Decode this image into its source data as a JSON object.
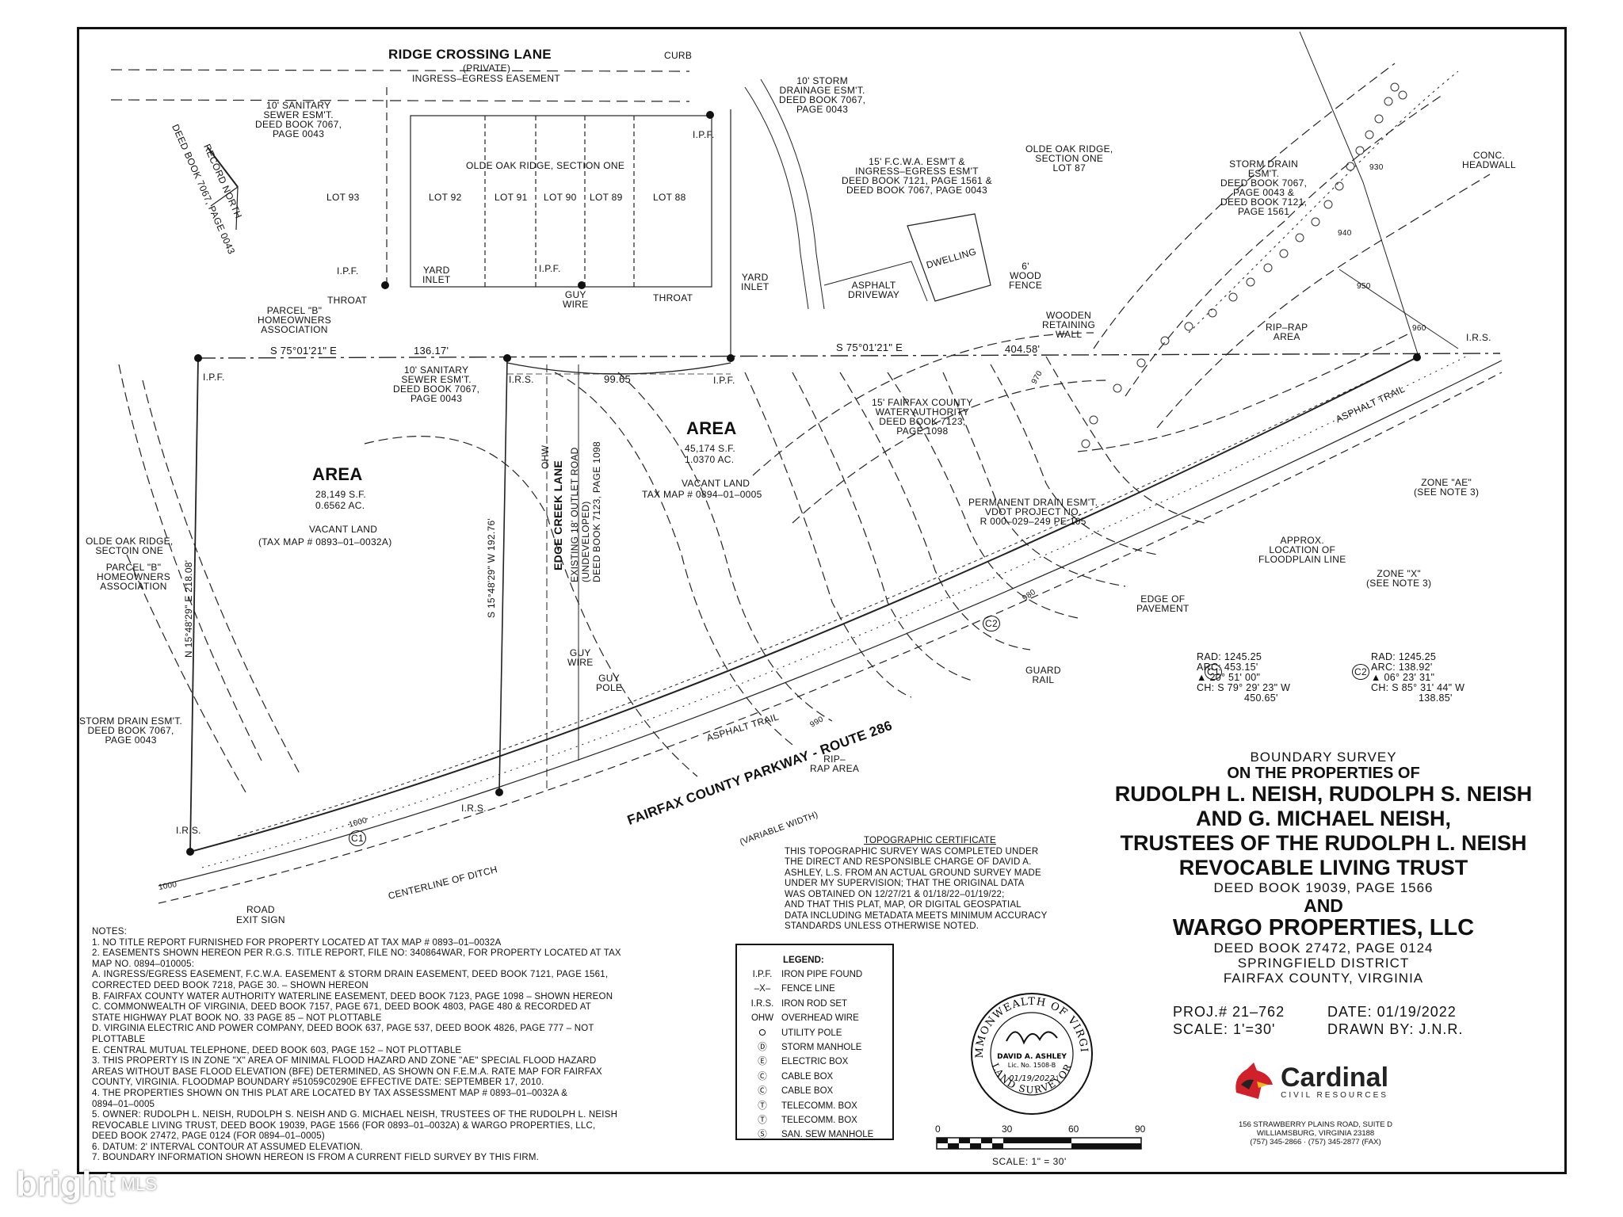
{
  "plat": {
    "road_top": "RIDGE CROSSING LANE",
    "road_top_private": "(PRIVATE)",
    "road_top_easement": "INGRESS–EGRESS EASEMENT",
    "sanitary_top": [
      "10' SANITARY",
      "SEWER ESM'T.",
      "DEED BOOK 7067,",
      "PAGE 0043"
    ],
    "record_north": "RECORD NORTH",
    "record_north_deed": "DEED BOOK 7067, PAGE 0043",
    "curb": "CURB",
    "storm_drainage": [
      "10' STORM",
      "DRAINAGE ESM'T.",
      "DEED BOOK 7067,",
      "PAGE 0043"
    ],
    "subdivision": "OLDE OAK RIDGE, SECTION ONE",
    "lots": [
      "LOT 93",
      "LOT 92",
      "LOT 91",
      "LOT 90",
      "LOT 89",
      "LOT 88"
    ],
    "ipf": "I.P.F.",
    "irs": "I.R.S.",
    "yard_inlet": [
      "YARD",
      "INLET"
    ],
    "throat": "THROAT",
    "guy_wire": [
      "GUY",
      "WIRE"
    ],
    "guy_pole": [
      "GUY",
      "POLE"
    ],
    "fcwa": [
      "15' F.C.W.A. ESM'T &",
      "INGRESS–EGRESS ESM'T",
      "DEED BOOK 7121, PAGE 1561 &",
      "DEED BOOK 7067, PAGE 0043"
    ],
    "asphalt_driveway": [
      "ASPHALT",
      "DRIVEWAY"
    ],
    "dwelling": "DWELLING",
    "olde_oak_lot87": [
      "OLDE OAK RIDGE,",
      "SECTION ONE",
      "LOT 87"
    ],
    "wood_fence": [
      "6'",
      "WOOD",
      "FENCE"
    ],
    "retaining_wall": [
      "WOODEN",
      "RETAINING",
      "WALL"
    ],
    "storm_drain_right": [
      "STORM DRAIN",
      "ESM'T.",
      "DEED BOOK 7067,",
      "PAGE 0043 &",
      "DEED BOOK 7121,",
      "PAGE 1561"
    ],
    "conc_headwall": [
      "CONC.",
      "HEADWALL"
    ],
    "rip_rap_area": [
      "RIP–RAP",
      "AREA"
    ],
    "parcel_b": [
      "PARCEL \"B\"",
      "HOMEOWNERS",
      "ASSOCIATION"
    ],
    "bearing_top_left": "S 75°01'21\" E",
    "dist_136": "136.17'",
    "dist_99": "99.65",
    "bearing_top_right": "S 75°01'21\" E",
    "dist_404": "404.58'",
    "sanitary_mid": [
      "10' SANITARY",
      "SEWER ESM'T.",
      "DEED BOOK 7067,",
      "PAGE 0043"
    ],
    "fairfax_water": [
      "15' FAIRFAX COUNTY",
      "WATER AUTHORITY",
      "DEED BOOK 7123,",
      "PAGE 1098"
    ],
    "area_left_title": "AREA",
    "area_left_sf": "28,149 S.F.",
    "area_left_ac": "0.6562 AC.",
    "area_left_land": "VACANT LAND",
    "area_left_tax": "(TAX MAP # 0893–01–0032A)",
    "area_right_title": "AREA",
    "area_right_sf": "45,174 S.F.",
    "area_right_ac": "1.0370 AC.",
    "area_right_land": "VACANT LAND",
    "area_right_tax": "TAX MAP # 0894–01–0005",
    "edge_creek": "EDGE CREEK LANE",
    "edge_creek_sub": [
      "EXISTING 18' OUTLET ROAD",
      "(UNDEVELOPED)",
      "DEED BOOK 7123, PAGE 1098"
    ],
    "ohw": "OHW",
    "bearing_mid": "S 15°48'29\" W 192.76'",
    "bearing_left": "N 15°48'29\" E 218.08'",
    "olde_oak_left": [
      "OLDE OAK RIDGE,",
      "SECTOIN ONE"
    ],
    "parcel_b_left": [
      "PARCEL \"B\"",
      "HOMEOWNERS",
      "ASSOCIATION"
    ],
    "drain_esmt": [
      "PERMANENT DRAIN ESM'T.",
      "VDOT PROJECT NO.",
      "R 000–029–249 PE 105"
    ],
    "zone_ae": [
      "ZONE \"AE\"",
      "(SEE NOTE 3)"
    ],
    "floodplain": [
      "APPROX.",
      "LOCATION OF",
      "FLOODPLAIN LINE"
    ],
    "zone_x": [
      "ZONE \"X\"",
      "(SEE NOTE 3)"
    ],
    "edge_pavement": [
      "EDGE OF",
      "PAVEMENT"
    ],
    "guard_rail": [
      "GUARD",
      "RAIL"
    ],
    "asphalt_trail": "ASPHALT TRAIL",
    "rip_rap_bottom": [
      "RIP–",
      "RAP AREA"
    ],
    "parkway": "FAIRFAX COUNTY PARKWAY - ROUTE 286",
    "parkway_width": "(VARIABLE WIDTH)",
    "centerline_ditch": "CENTERLINE OF DITCH",
    "road_exit": [
      "ROAD",
      "EXIT SIGN"
    ],
    "storm_drain_left": [
      "STORM DRAIN ESM'T.",
      "DEED BOOK 7067,",
      "PAGE 0043"
    ],
    "c1": "C1",
    "c2": "C2",
    "curve1": [
      "RAD: 1245.25",
      "ARC: 453.15'",
      "▲ 20° 51' 00\"",
      "CH:  S 79° 29' 23\" W",
      "450.65'"
    ],
    "curve2": [
      "RAD: 1245.25",
      "ARC: 138.92'",
      "▲ 06° 23' 31\"",
      "CH:  S 85° 31' 44\" W",
      "138.85'"
    ],
    "contours": [
      "1000",
      "990",
      "980",
      "970",
      "960",
      "950",
      "940",
      "930"
    ]
  },
  "title": {
    "boundary": "BOUNDARY SURVEY",
    "on_props": "ON THE PROPERTIES OF",
    "line1": "RUDOLPH L. NEISH, RUDOLPH S. NEISH",
    "line2": "AND  G. MICHAEL NEISH,",
    "line3": "TRUSTEES OF THE RUDOLPH L. NEISH",
    "line4": "REVOCABLE LIVING TRUST",
    "deed1": "DEED BOOK 19039, PAGE 1566",
    "and": "AND",
    "wargo": "WARGO PROPERTIES, LLC",
    "deed2": "DEED BOOK 27472, PAGE 0124",
    "district": "SPRINGFIELD DISTRICT",
    "county": "FAIRFAX COUNTY, VIRGINIA",
    "proj": "PROJ.# 21–762",
    "date": "DATE: 01/19/2022",
    "scale": "SCALE: 1'=30'",
    "drawn": "DRAWN BY: J.N.R."
  },
  "topo": {
    "heading": "TOPOGRAPHIC CERTIFICATE",
    "lines": [
      "THIS TOPOGRAPHIC SURVEY WAS COMPLETED UNDER",
      "THE DIRECT AND RESPONSIBLE CHARGE OF DAVID A.",
      "ASHLEY, L.S. FROM AN ACTUAL GROUND SURVEY MADE",
      "UNDER MY SUPERVISION; THAT THE ORIGINAL DATA",
      "WAS OBTAINED ON 12/27/21 & 01/18/22–01/19/22;",
      "AND THAT THIS PLAT, MAP, OR DIGITAL GEOSPATIAL",
      "DATA INCLUDING METADATA MEETS MINIMUM ACCURACY",
      "STANDARDS UNLESS OTHERWISE NOTED."
    ]
  },
  "notes": {
    "heading": "NOTES:",
    "lines": [
      "1.  NO TITLE REPORT FURNISHED FOR PROPERTY LOCATED AT TAX MAP # 0893–01–0032A",
      "2.  EASEMENTS SHOWN HEREON PER R.G.S. TITLE REPORT, FILE NO: 340864WAR, FOR PROPERTY LOCATED AT TAX",
      "     MAP NO. 0894–010005:",
      "     A. INGRESS/EGRESS EASEMENT, F.C.W.A. EASEMENT & STORM DRAIN EASEMENT, DEED BOOK 7121, PAGE 1561,",
      "     CORRECTED DEED BOOK 7218, PAGE 30. – SHOWN HEREON",
      "     B. FAIRFAX COUNTY WATER AUTHORITY WATERLINE EASEMENT, DEED BOOK 7123, PAGE 1098 – SHOWN HEREON",
      "     C. COMMONWEALTH OF VIRGINIA, DEED BOOK 7157, PAGE 671, DEED BOOK 4803, PAGE 480 & RECORDED AT",
      "     STATE HIGHWAY PLAT BOOK NO. 33 PAGE 85 – NOT PLOTTABLE",
      "     D. VIRGINIA ELECTRIC AND POWER COMPANY, DEED BOOK 637, PAGE 537, DEED BOOK 4826, PAGE 777 – NOT",
      "     PLOTTABLE",
      "     E. CENTRAL MUTUAL TELEPHONE, DEED BOOK 603, PAGE 152 – NOT PLOTTABLE",
      "3.  THIS PROPERTY IS IN ZONE \"X\" AREA OF MINIMAL FLOOD HAZARD AND ZONE \"AE\" SPECIAL FLOOD HAZARD",
      "     AREAS WITHOUT BASE FLOOD ELEVATION (BFE) DETERMINED, AS SHOWN ON F.E.M.A. RATE MAP FOR FAIRFAX",
      "     COUNTY, VIRGINIA. FLOODMAP BOUNDARY #51059C0290E EFFECTIVE DATE: SEPTEMBER 17, 2010.",
      "4.  THE PROPERTIES SHOWN ON THIS PLAT ARE LOCATED BY TAX ASSESSMENT MAP # 0893–01–0032A &",
      "     0894–01–0005",
      "5.  OWNER: RUDOLPH L. NEISH, RUDOLPH S. NEISH AND G. MICHAEL NEISH, TRUSTEES OF THE RUDOLPH L. NEISH",
      "     REVOCABLE LIVING TRUST, DEED BOOK 19039, PAGE 1566 (FOR 0893–01–0032A) & WARGO PROPERTIES, LLC,",
      "     DEED BOOK 27472, PAGE 0124 (FOR 0894–01–0005)",
      "6.  DATUM: 2' INTERVAL CONTOUR AT ASSUMED ELEVATION.",
      "7.  BOUNDARY INFORMATION SHOWN HEREON IS FROM A CURRENT FIELD SURVEY BY THIS FIRM."
    ]
  },
  "legend": {
    "heading": "LEGEND:",
    "items": [
      {
        "sym": "I.P.F.",
        "label": "IRON PIPE FOUND"
      },
      {
        "sym": "–X–",
        "label": "FENCE LINE"
      },
      {
        "sym": "I.R.S.",
        "label": "IRON ROD SET"
      },
      {
        "sym": "OHW",
        "label": "OVERHEAD WIRE"
      },
      {
        "sym": "⭘",
        "label": "UTILITY POLE"
      },
      {
        "sym": "Ⓓ",
        "label": "STORM MANHOLE"
      },
      {
        "sym": "Ⓔ",
        "label": "ELECTRIC BOX"
      },
      {
        "sym": "Ⓒ",
        "label": "CABLE BOX"
      },
      {
        "sym": "Ⓒ",
        "label": "CABLE BOX"
      },
      {
        "sym": "Ⓣ",
        "label": "TELECOMM. BOX"
      },
      {
        "sym": "Ⓣ",
        "label": "TELECOMM. BOX"
      },
      {
        "sym": "Ⓢ",
        "label": "SAN. SEW MANHOLE"
      }
    ]
  },
  "seal": {
    "top": "COMMONWEALTH OF VIRGINIA",
    "name": "DAVID A. ASHLEY",
    "lic": "Lic. No. 1508-B",
    "date": "01/19/2022",
    "bottom": "LAND SURVEYOR"
  },
  "scale_bar": {
    "ticks": [
      "0",
      "30",
      "60",
      "90"
    ],
    "label": "SCALE:  1\" = 30'"
  },
  "firm": {
    "name": "Cardinal",
    "sub": "CIVIL RESOURCES",
    "address1": "156 STRAWBERRY PLAINS ROAD, SUITE D",
    "address2": "WILLIAMSBURG, VIRGINIA 23188",
    "phone": "(757) 345-2866 · (757) 345-2877 (FAX)"
  },
  "watermark": {
    "brand": "bright",
    "mls": "MLS"
  }
}
